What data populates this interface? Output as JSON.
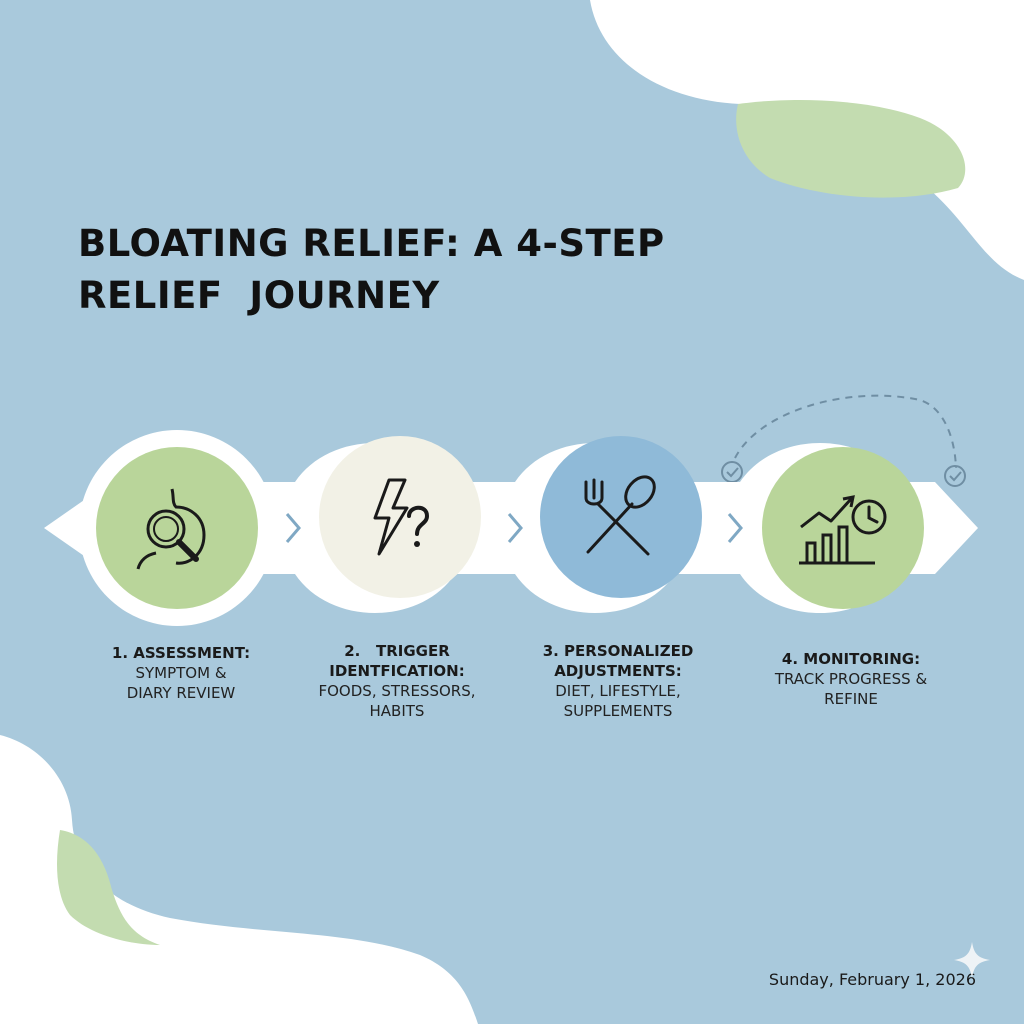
{
  "title": "BLOATING RELIEF: A 4-STEP\nRELIEF  JOURNEY",
  "steps": [
    {
      "heading": "1. ASSESSMENT:",
      "detail": "SYMPTOM &\nDIARY REVIEW",
      "icon": "magnifier-stomach-icon",
      "color": "#b9d59a"
    },
    {
      "heading": "2.   TRIGGER\nIDENTFICATION:",
      "detail": "FOODS, STRESSORS,\nHABITS",
      "icon": "lightning-question-icon",
      "color": "#f2f1e6"
    },
    {
      "heading": "3. PERSONALIZED\nADJUSTMENTS:",
      "detail": "DIET, LIFESTYLE,\nSUPPLEMENTS",
      "icon": "fork-spoon-icon",
      "color": "#8fbad8"
    },
    {
      "heading": "4. MONITORING:",
      "detail": "TRACK PROGRESS &\nREFINE",
      "icon": "chart-clock-icon",
      "color": "#b9d59a"
    }
  ],
  "date": "Sunday, February 1, 2026",
  "colors": {
    "background": "#a9c9dc",
    "accent_green": "#b9d59a",
    "accent_blue": "#8fbad8",
    "accent_cream": "#f2f1e6",
    "text": "#111111",
    "chevron": "#7fa8c4"
  }
}
